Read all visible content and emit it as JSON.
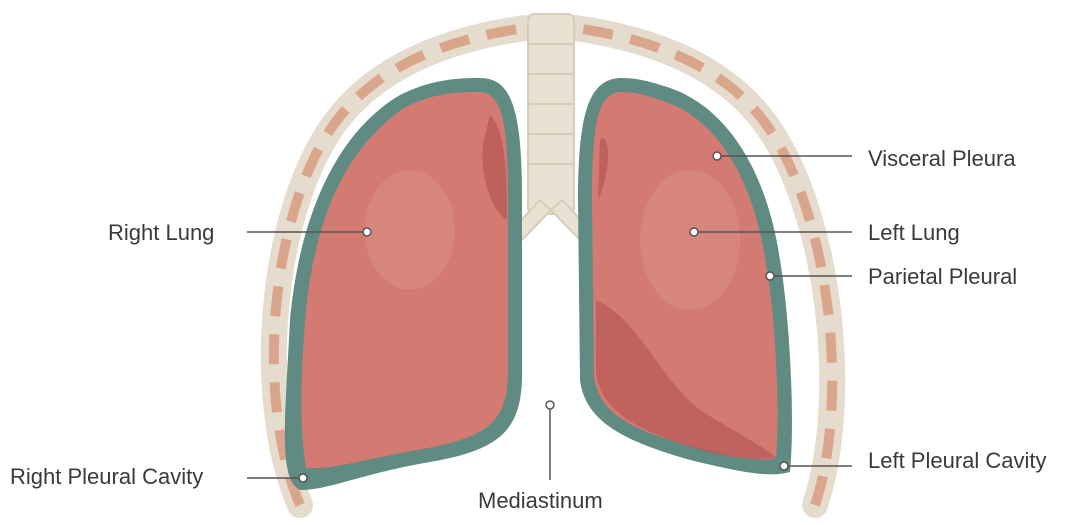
{
  "diagram": {
    "labels": {
      "visceral_pleura": "Visceral Pleura",
      "right_lung": "Right Lung",
      "left_lung": "Left Lung",
      "parietal_pleural": "Parietal Pleural",
      "right_pleural_cavity": "Right Pleural Cavity",
      "mediastinum": "Mediastinum",
      "left_pleural_cavity": "Left Pleural Cavity"
    },
    "colors": {
      "lung_fill": "#d37b73",
      "lung_shadow": "#b95a55",
      "lung_highlight": "#e09a90",
      "pleura": "#5f8b82",
      "rib": "#e6dccd",
      "rib_muscle": "#d9a68b",
      "trachea": "#e9e2d3",
      "leader_line": "#555555"
    }
  }
}
